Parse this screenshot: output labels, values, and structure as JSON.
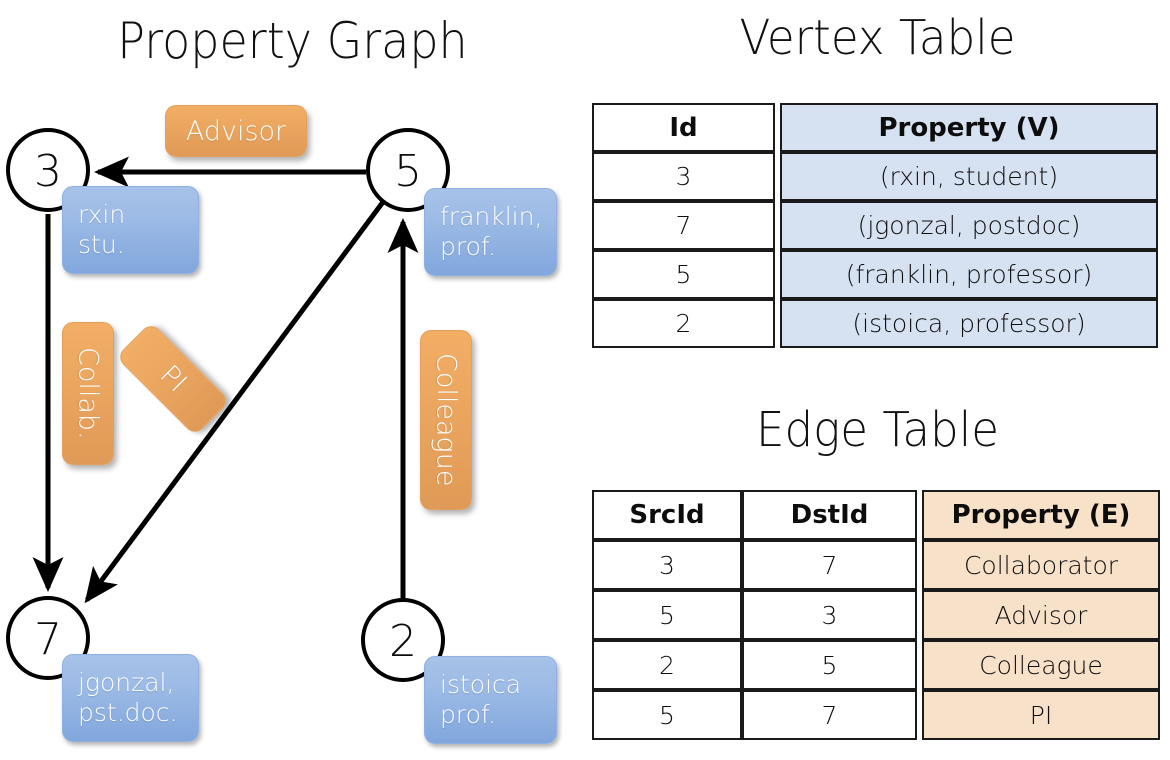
{
  "panels": {
    "graph_title": "Property Graph",
    "vertex_title": "Vertex Table",
    "edge_title": "Edge Table"
  },
  "graph": {
    "nodes": [
      {
        "id": "3",
        "property_line1": "rxin",
        "property_line2": "stu."
      },
      {
        "id": "5",
        "property_line1": "franklin,",
        "property_line2": "prof."
      },
      {
        "id": "7",
        "property_line1": "jgonzal,",
        "property_line2": "pst.doc."
      },
      {
        "id": "2",
        "property_line1": "istoica",
        "property_line2": "prof."
      }
    ],
    "edge_labels": {
      "advisor": "Advisor",
      "collab": "Collab.",
      "pi": "PI",
      "colleague": "Colleague"
    },
    "edges": [
      {
        "from": "5",
        "to": "3",
        "label": "Advisor"
      },
      {
        "from": "3",
        "to": "7",
        "label": "Collab."
      },
      {
        "from": "5",
        "to": "7",
        "label": "PI"
      },
      {
        "from": "2",
        "to": "5",
        "label": "Colleague"
      }
    ]
  },
  "vertex_table": {
    "headers": [
      "Id",
      "Property (V)"
    ],
    "rows": [
      {
        "id": "3",
        "property": "(rxin, student)"
      },
      {
        "id": "7",
        "property": "(jgonzal, postdoc)"
      },
      {
        "id": "5",
        "property": "(franklin, professor)"
      },
      {
        "id": "2",
        "property": "(istoica, professor)"
      }
    ]
  },
  "edge_table": {
    "headers": [
      "SrcId",
      "DstId",
      "Property (E)"
    ],
    "rows": [
      {
        "src": "3",
        "dst": "7",
        "property": "Collaborator"
      },
      {
        "src": "5",
        "dst": "3",
        "property": "Advisor"
      },
      {
        "src": "2",
        "dst": "5",
        "property": "Colleague"
      },
      {
        "src": "5",
        "dst": "7",
        "property": "PI"
      }
    ]
  },
  "colors": {
    "vertex_property_fill": "#d6e1f2",
    "edge_property_fill": "#f8e1c9",
    "node_box_blue": "#9dbbe6",
    "edge_label_orange": "#eaa55f",
    "stroke": "#000000",
    "background": "#ffffff"
  }
}
